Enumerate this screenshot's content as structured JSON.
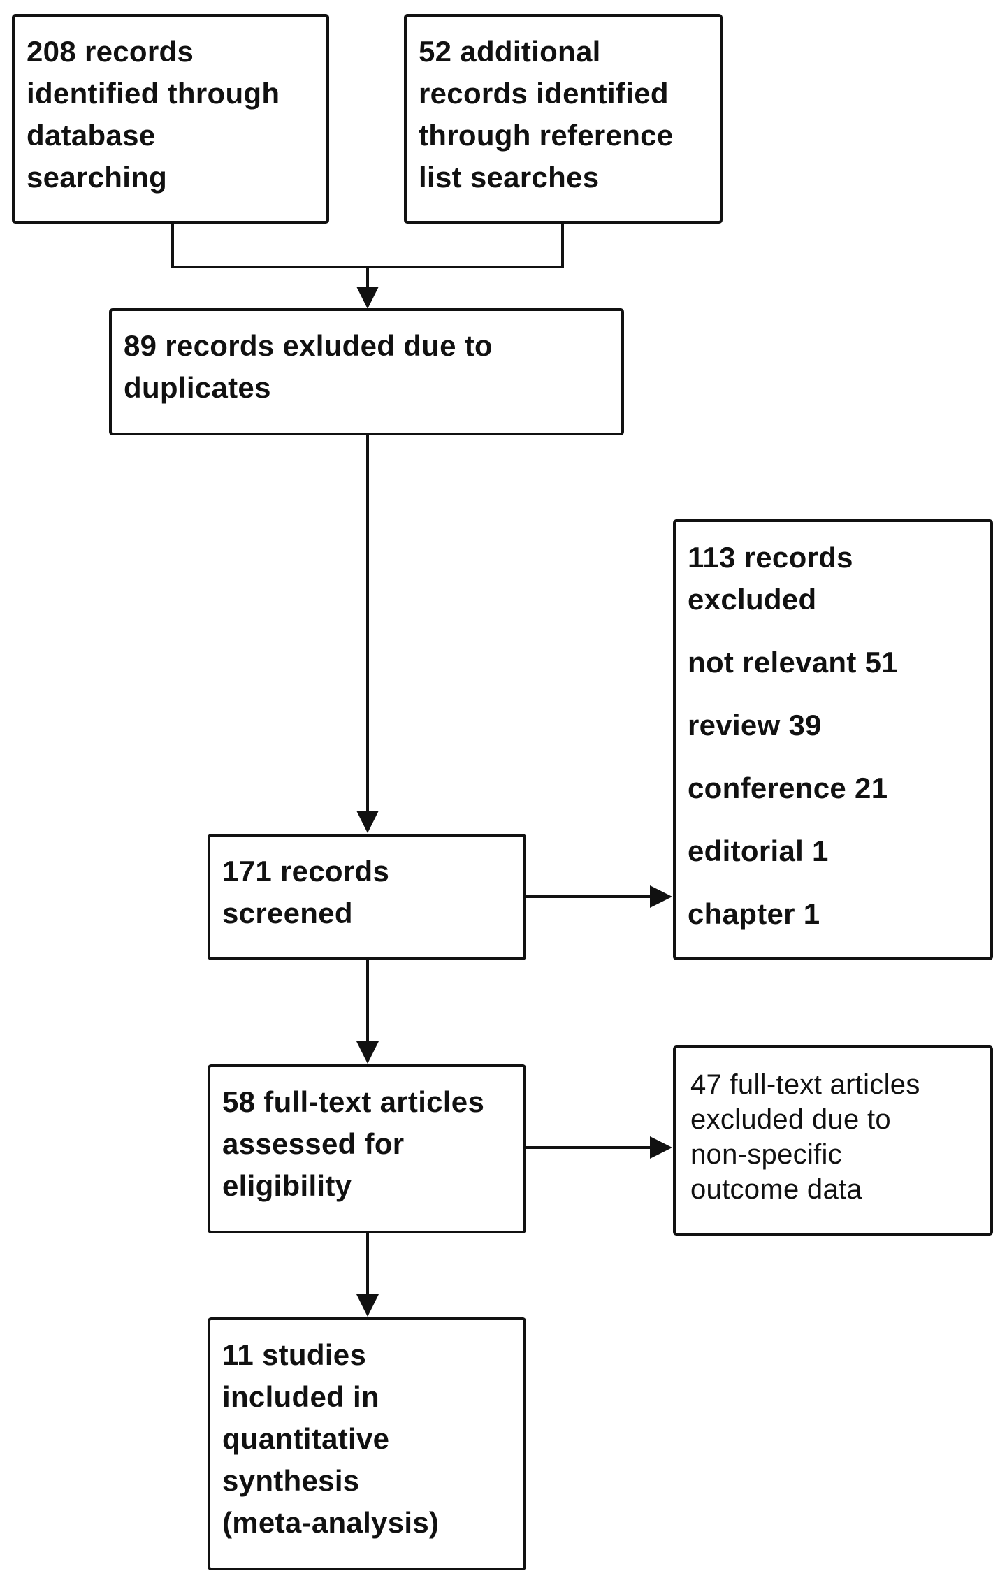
{
  "nodes": {
    "database": {
      "lines": [
        "208 records",
        "identified through",
        "database",
        "searching"
      ]
    },
    "additional": {
      "lines": [
        "52 additional",
        "records identified",
        "through reference",
        "list searches"
      ]
    },
    "duplicates": {
      "lines": [
        "89 records exluded due to",
        "duplicates"
      ]
    },
    "excluded_records": {
      "lines": [
        "113 records",
        "excluded",
        "not relevant 51",
        "review 39",
        "conference 21",
        "editorial 1",
        "chapter 1"
      ]
    },
    "screened": {
      "lines": [
        "171 records",
        "screened"
      ]
    },
    "full_text": {
      "lines": [
        "58 full-text articles",
        "assessed for",
        "eligibility"
      ]
    },
    "full_text_excluded": {
      "lines": [
        "47 full-text articles",
        "excluded due to",
        "non-specific",
        "outcome data"
      ]
    },
    "included": {
      "lines": [
        "11 studies",
        "included in",
        "quantitative",
        "synthesis",
        "(meta-analysis)"
      ]
    }
  },
  "style": {
    "line_color": "#111111",
    "box_fill": "#ffffff"
  }
}
